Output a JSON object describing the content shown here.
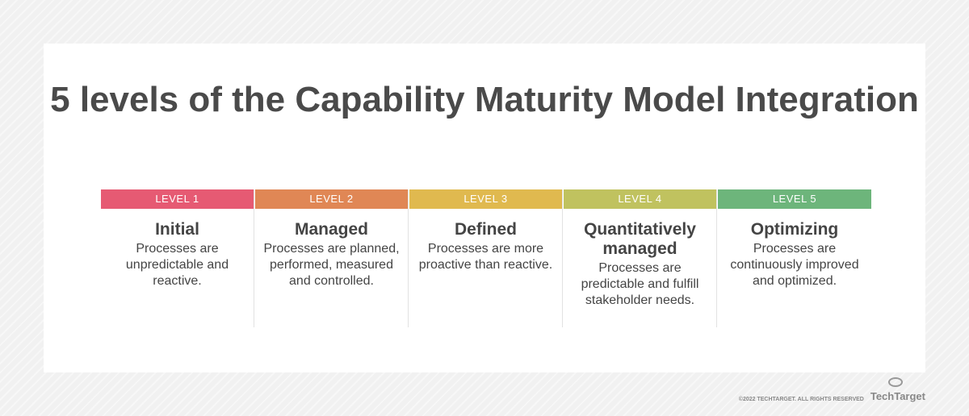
{
  "title": "5 levels of the Capability Maturity Model Integration",
  "levels": [
    {
      "label": "LEVEL 1",
      "name": "Initial",
      "desc": "Processes are unpredictable and reactive.",
      "color": "#e65a73"
    },
    {
      "label": "LEVEL 2",
      "name": "Managed",
      "desc": "Processes are planned, performed, measured and controlled.",
      "color": "#e08755"
    },
    {
      "label": "LEVEL 3",
      "name": "Defined",
      "desc": "Processes are more proactive than reactive.",
      "color": "#e0b94f"
    },
    {
      "label": "LEVEL 4",
      "name": "Quantitatively managed",
      "desc": "Processes are predictable and fulfill stakeholder needs.",
      "color": "#c0c25f"
    },
    {
      "label": "LEVEL 5",
      "name": "Optimizing",
      "desc": "Processes are continuously improved and optimized.",
      "color": "#6db57b"
    }
  ],
  "footer": {
    "copyright": "©2022 TECHTARGET. ALL RIGHTS RESERVED",
    "logo": "TechTarget"
  }
}
